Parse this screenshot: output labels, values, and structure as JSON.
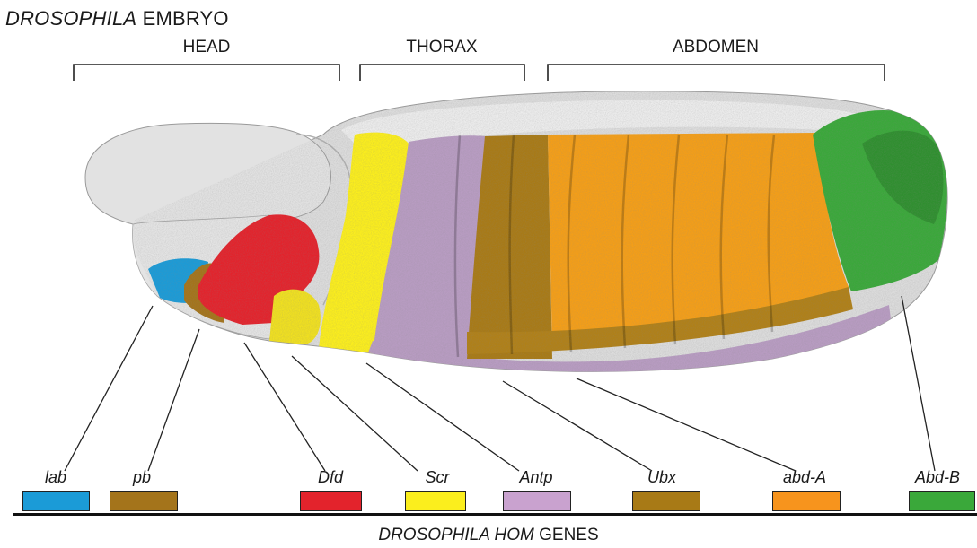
{
  "title": {
    "italic": "DROSOPHILA",
    "rest": " EMBRYO"
  },
  "regions": [
    {
      "id": "head",
      "label": "HEAD"
    },
    {
      "id": "thorax",
      "label": "THORAX"
    },
    {
      "id": "abdomen",
      "label": "ABDOMEN"
    }
  ],
  "genes": [
    {
      "id": "lab",
      "label": "lab",
      "color": "#1b9bd7"
    },
    {
      "id": "pb",
      "label": "pb",
      "color": "#a4741b"
    },
    {
      "id": "dfd",
      "label": "Dfd",
      "color": "#e3232c"
    },
    {
      "id": "scr",
      "label": "Scr",
      "color": "#fbee1d"
    },
    {
      "id": "antp",
      "label": "Antp",
      "color": "#c9a2cf"
    },
    {
      "id": "ubx",
      "label": "Ubx",
      "color": "#a87a16"
    },
    {
      "id": "abd-a",
      "label": "abd-A",
      "color": "#f7941d"
    },
    {
      "id": "abd-b",
      "label": "Abd-B",
      "color": "#3aa83a"
    }
  ],
  "footer": {
    "italic": "DROSOPHILA HOM",
    "rest": " GENES"
  }
}
